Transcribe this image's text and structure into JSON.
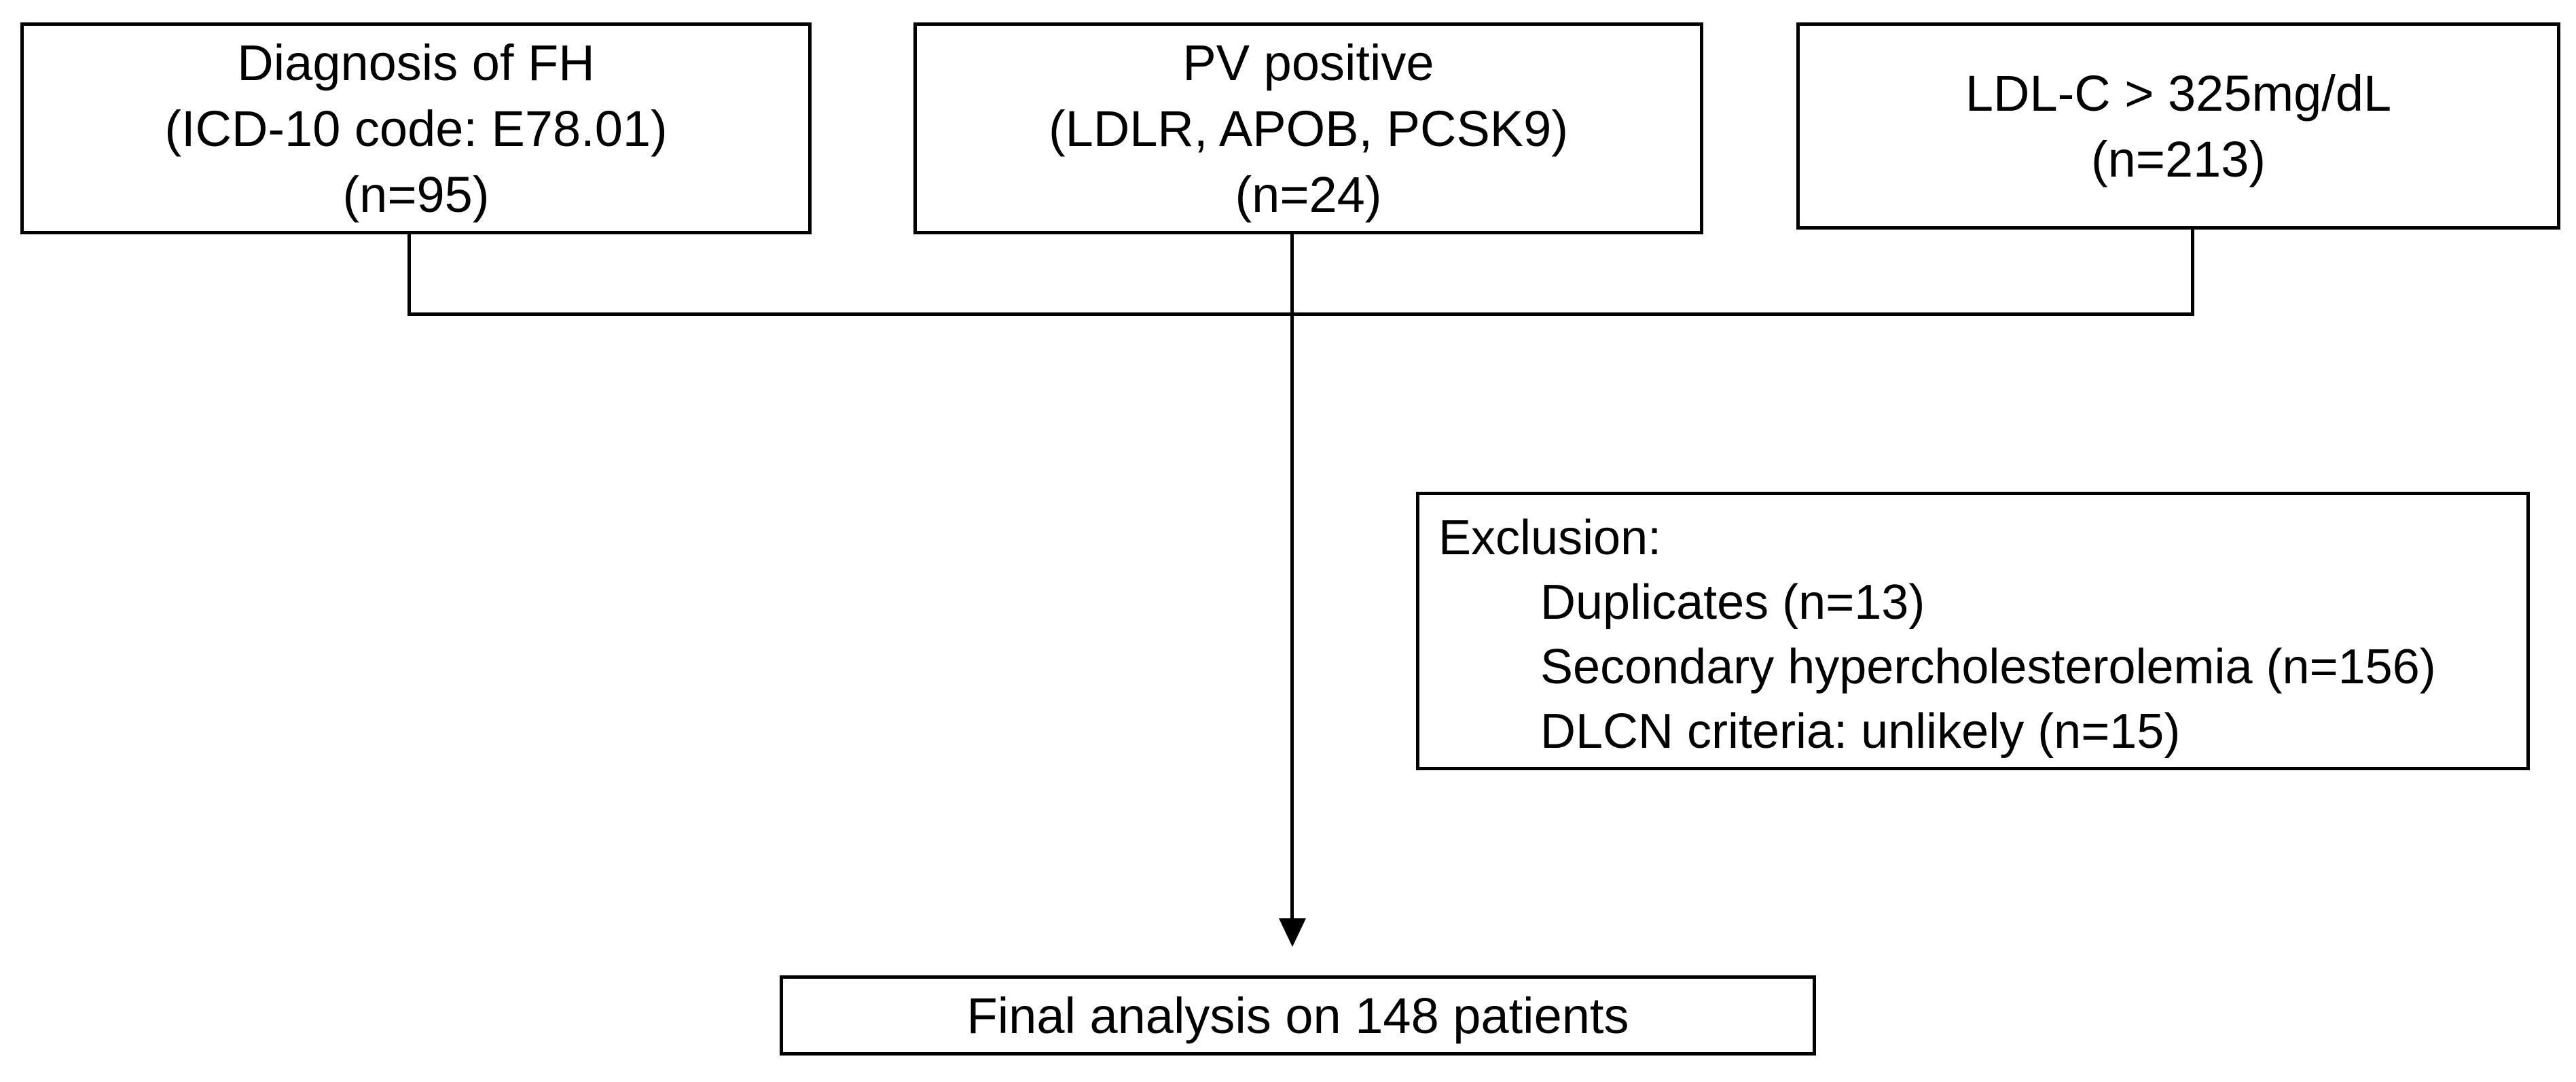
{
  "diagram": {
    "colors": {
      "line": "#000000",
      "background": "#ffffff"
    },
    "source_boxes": [
      {
        "name": "diagnosis-fh",
        "lines": [
          "Diagnosis of FH",
          "(ICD-10 code: E78.01)",
          "(n=95)"
        ]
      },
      {
        "name": "pv-positive",
        "lines": [
          "PV positive",
          "(LDLR, APOB, PCSK9)",
          "(n=24)"
        ]
      },
      {
        "name": "ldl-c-threshold",
        "lines": [
          "LDL-C > 325mg/dL",
          "(n=213)"
        ]
      }
    ],
    "exclusion_box": {
      "title": "Exclusion:",
      "items": [
        "Duplicates (n=13)",
        "Secondary hypercholesterolemia (n=156)",
        "DLCN criteria: unlikely (n=15)"
      ]
    },
    "final_box": {
      "label": "Final analysis on 148 patients"
    }
  }
}
